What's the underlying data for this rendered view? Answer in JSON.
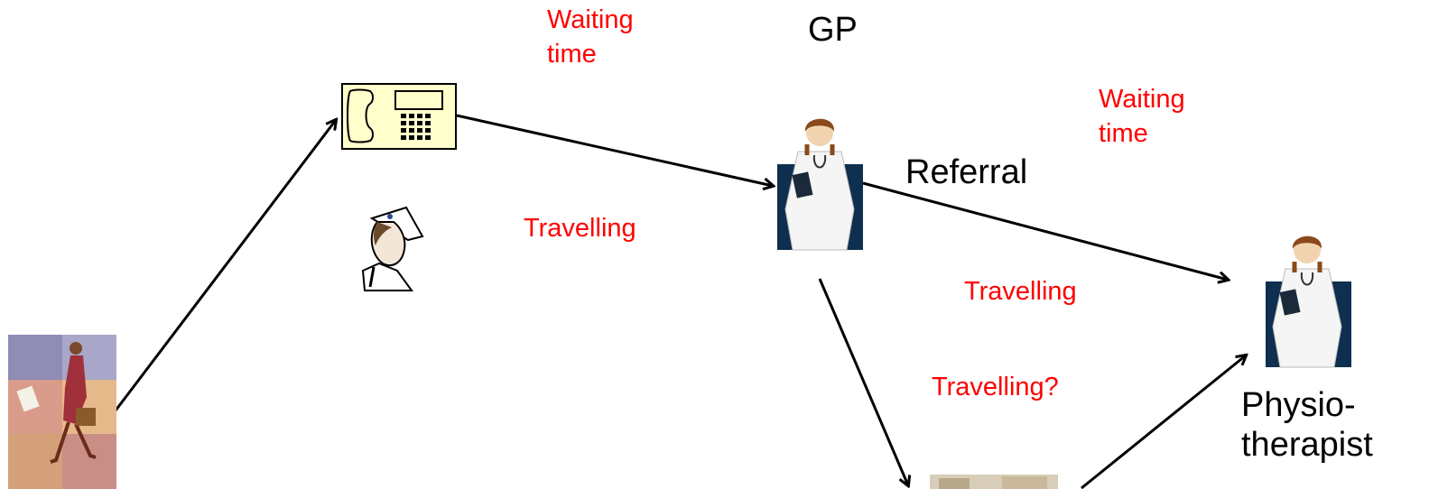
{
  "labels": {
    "waiting_time_1": [
      "Waiting",
      "time"
    ],
    "gp": "GP",
    "waiting_time_2": [
      "Waiting",
      "time"
    ],
    "referral": "Referral",
    "travelling_1": "Travelling",
    "travelling_2": "Travelling",
    "travelling_3": "Travelling?",
    "physiotherapist": [
      "Physio-",
      "therapist"
    ]
  },
  "colors": {
    "annotation": "#ff0000",
    "text": "#000000",
    "doctor_backdrop": "#0e2f4f",
    "phone_body": "#ffffcc"
  },
  "icons": {
    "patient": "walking-woman-icon",
    "phone": "telephone-icon",
    "nurse": "nurse-icon",
    "gp": "doctor-icon",
    "physio": "doctor-icon",
    "clinic": "clinic-building-icon"
  }
}
